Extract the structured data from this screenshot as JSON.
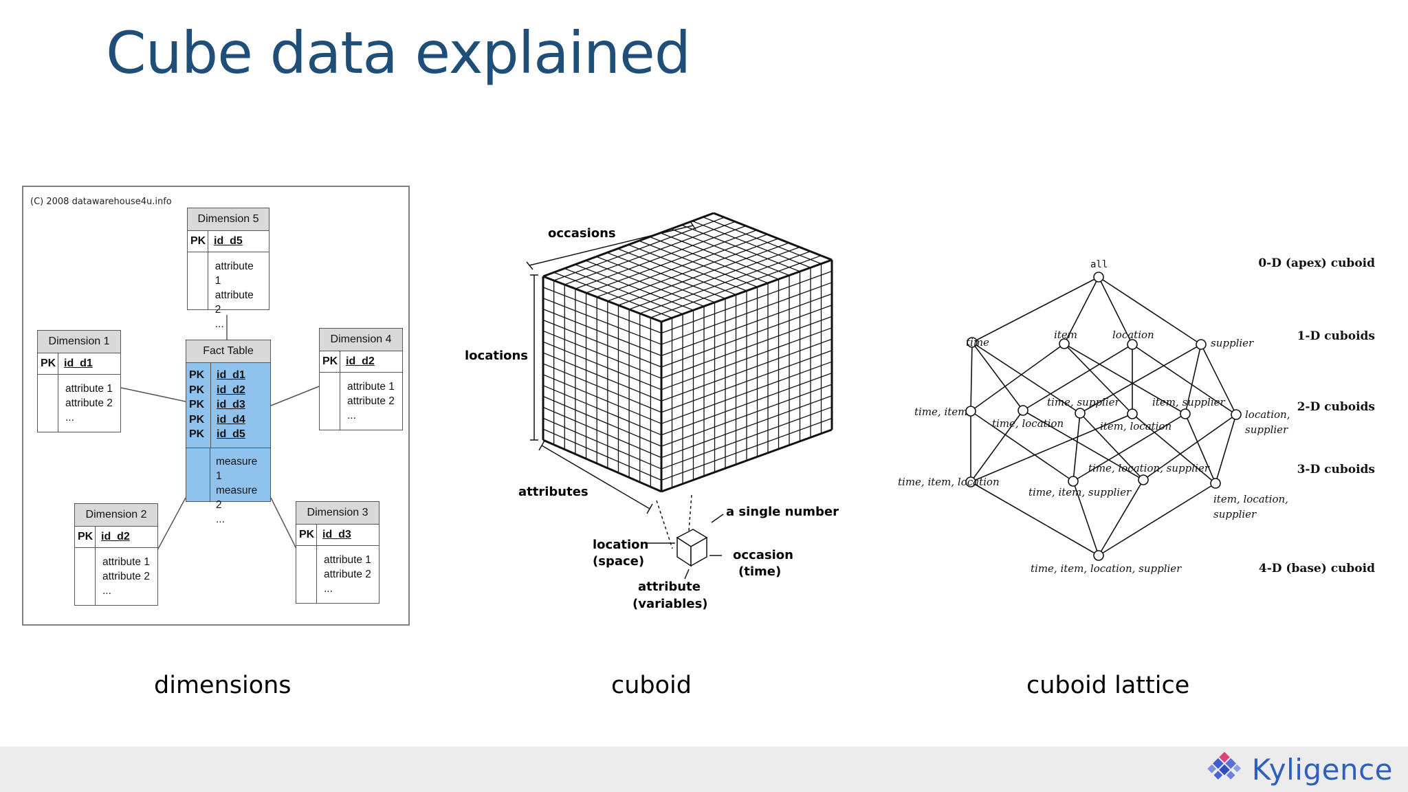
{
  "slide": {
    "title": "Cube data explained"
  },
  "star_schema": {
    "copyright": "(C) 2008 datawarehouse4u.info",
    "dimensions": [
      {
        "name": "Dimension 5",
        "pk": "PK",
        "id": "id_d5",
        "attrs": [
          "attribute 1",
          "attribute 2",
          "..."
        ]
      },
      {
        "name": "Dimension 1",
        "pk": "PK",
        "id": "id_d1",
        "attrs": [
          "attribute 1",
          "attribute 2",
          "..."
        ]
      },
      {
        "name": "Dimension 4",
        "pk": "PK",
        "id": "id_d2",
        "attrs": [
          "attribute 1",
          "attribute 2",
          "..."
        ]
      },
      {
        "name": "Dimension 2",
        "pk": "PK",
        "id": "id_d2",
        "attrs": [
          "attribute 1",
          "attribute 2",
          "..."
        ]
      },
      {
        "name": "Dimension 3",
        "pk": "PK",
        "id": "id_d3",
        "attrs": [
          "attribute 1",
          "attribute 2",
          "..."
        ]
      }
    ],
    "fact": {
      "name": "Fact Table",
      "pks": [
        "PK",
        "PK",
        "PK",
        "PK",
        "PK"
      ],
      "ids": [
        "id_d1",
        "id_d2",
        "id_d3",
        "id_d4",
        "id_d5"
      ],
      "measures": [
        "measure 1",
        "measure 2",
        "..."
      ]
    }
  },
  "cuboid": {
    "occasions": "occasions",
    "locations": "locations",
    "attributes": "attributes",
    "single_number": "a single number",
    "location_space": [
      "location",
      "(space)"
    ],
    "occasion_time": [
      "occasion",
      "(time)"
    ],
    "attribute_variables": [
      "attribute",
      "(variables)"
    ]
  },
  "lattice": {
    "levels": [
      "0-D (apex) cuboid",
      "1-D cuboids",
      "2-D cuboids",
      "3-D cuboids",
      "4-D (base) cuboid"
    ],
    "nodes": {
      "all": "all",
      "time": "time",
      "item": "item",
      "location": "location",
      "supplier": "supplier",
      "time_item": "time, item",
      "time_location": "time, location",
      "time_supplier": "time, supplier",
      "item_location": "item, location",
      "item_supplier": "item, supplier",
      "location_supplier": [
        "location,",
        "supplier"
      ],
      "time_item_location": "time, item, location",
      "time_item_supplier": "time, item, supplier",
      "time_location_supplier": "time, location, supplier",
      "item_location_supplier": [
        "item, location,",
        "supplier"
      ],
      "base": "time, item, location, supplier"
    }
  },
  "captions": {
    "dimensions": "dimensions",
    "cuboid": "cuboid",
    "lattice": "cuboid lattice"
  },
  "brand": {
    "name": "Kyligence"
  },
  "colors": {
    "title": "#1f4e79",
    "fact_fill": "#8fc3ee",
    "brand": "#2e5fbf",
    "footer": "#ececec"
  }
}
